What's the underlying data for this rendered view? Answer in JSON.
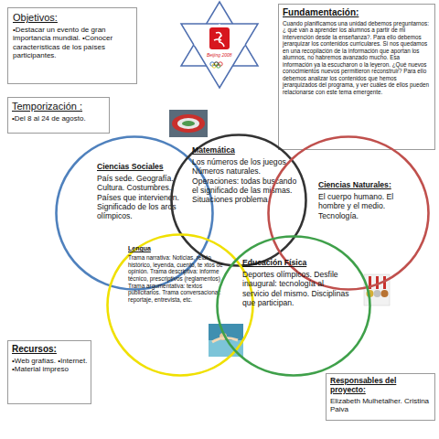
{
  "diagram": {
    "nodes": [
      {
        "text": [
          "Objetivos:",
          "•Destacar un evento de gran importancia mundial. •Conocer características de los países participantes."
        ]
      },
      {
        "text": [
          "Fundamentación:",
          "Cuando planificamos una unidad debemos preguntarnos: ¿ qué van a aprender los alumnos a partir de mi intervención desde la enseñanza?. Para ello debemos jerarquizar los contenidos curriculares. Si nos quedamos en una recopilación de la información que aportan los alumnos, no habremos avanzado mucho. Esa información ya la escucharon o la leyeron. ¿Qué nuevos conocimientos nuevos permitieron reconstruir? Para ello debemos analizar los contenidos que hemos jerarquizados del programa, y ver cuáles de ellos pueden relacionarse con este tema emergente."
        ]
      },
      {
        "text": [
          "Temporización :",
          "•Del 8 al 24 de agosto."
        ]
      },
      {
        "text": [
          "Ciencias Sociales",
          "País sede. Geografía. Cultura. Costumbres. Países que intervienen. Significado de los aros olímpicos."
        ]
      },
      {
        "text": [
          "Matemática",
          "Los números de los juegos. Números naturales. Operaciones: todas buscando el significado de las mismas. Situaciones problema."
        ]
      },
      {
        "text": [
          "Ciencias Naturales:",
          "El cuerpo humano. El hombre y el medio. Tecnología."
        ]
      },
      {
        "text": [
          "Lengua",
          "Trama narrativa: Noticias, relato histórico, leyenda, cuento, te xtos de opinión. Trama descriptiva: informe técnico, prescriptivos (reglamentos) Trama argumentativa: textos publicitarios. Trama conversacional: reportaje, entrevista, etc."
        ]
      },
      {
        "text": [
          "Educación Física",
          "Deportes olímpicos. Desfile inaugural: tecnología al servicio del mismo. Disciplinas que participan."
        ]
      },
      {
        "text": [
          "Recursos:",
          "•Web grafías. •Internet. •Material impreso"
        ]
      },
      {
        "text": [
          "Responsables del proyecto:",
          "Elizabeth Mulhetalher. Cristina Paiva"
        ]
      }
    ],
    "labels": [
      "Beijing 2008"
    ]
  }
}
